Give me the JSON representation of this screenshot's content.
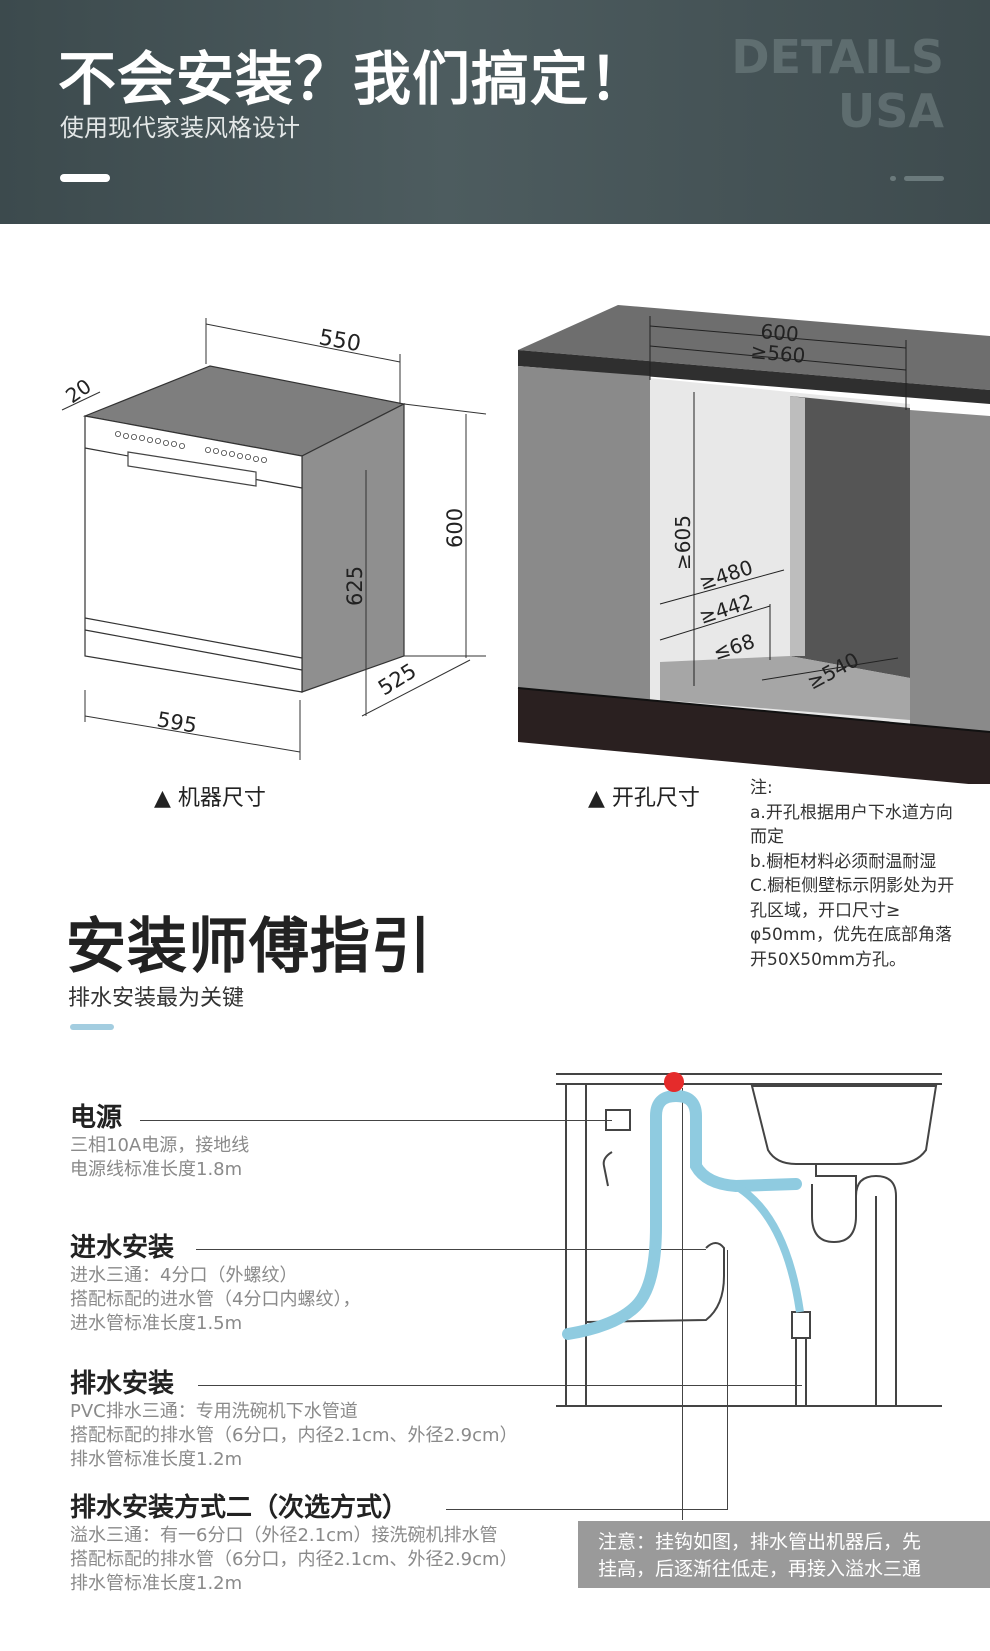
{
  "banner": {
    "title": "不会安装？我们搞定！",
    "subtitle": "使用现代家装风格设计",
    "deco_line1": "DETAILS",
    "deco_line2": "USA"
  },
  "machine": {
    "dims": {
      "width": "550",
      "depth_side": "20",
      "height_total": "600",
      "height_inner": "625",
      "depth": "525",
      "front_width": "595"
    },
    "caption": "▲ 机器尺寸"
  },
  "cutout": {
    "dims": {
      "w600": "600",
      "w560": "≥560",
      "h605": "≥605",
      "d480": "≥480",
      "d442": "≥442",
      "h68": "≤68",
      "d540": "≥540"
    },
    "caption": "▲ 开孔尺寸"
  },
  "note": {
    "title": "注:",
    "lines": [
      "a.开孔根据用户下水道方向而定",
      "b.橱柜材料必须耐温耐湿",
      "C.橱柜侧壁标示阴影处为开孔区域，开口尺寸≥ φ50mm，优先在底部角落开50X50mm方孔。"
    ]
  },
  "guide": {
    "title": "安装师傅指引",
    "subtitle": "排水安装最为关键",
    "items": [
      {
        "title": "电源",
        "lines": [
          "三相10A电源，接地线",
          "电源线标准长度1.8m"
        ]
      },
      {
        "title": "进水安装",
        "lines": [
          "进水三通：4分口（外螺纹）",
          "搭配标配的进水管（4分口内螺纹），",
          "进水管标准长度1.5m"
        ]
      },
      {
        "title": "排水安装",
        "lines": [
          "PVC排水三通：专用洗碗机下水管道",
          "搭配标配的排水管（6分口，内径2.1cm、外径2.9cm）",
          "排水管标准长度1.2m"
        ]
      },
      {
        "title": "排水安装方式二（次选方式）",
        "lines": [
          "溢水三通：有一6分口（外径2.1cm）接洗碗机排水管",
          "搭配标配的排水管（6分口，内径2.1cm、外径2.9cm）",
          "排水管标准长度1.2m"
        ]
      }
    ],
    "warning": [
      "注意：挂钩如图，排水管出机器后，先",
      "挂高，后逐渐往低走，再接入溢水三通"
    ]
  },
  "colors": {
    "banner": "#455356",
    "accent_bar": "#a3cde0",
    "hose": "#8fcbe0",
    "warn_bg": "#9a9a9a",
    "marker": "#e52b2b"
  }
}
